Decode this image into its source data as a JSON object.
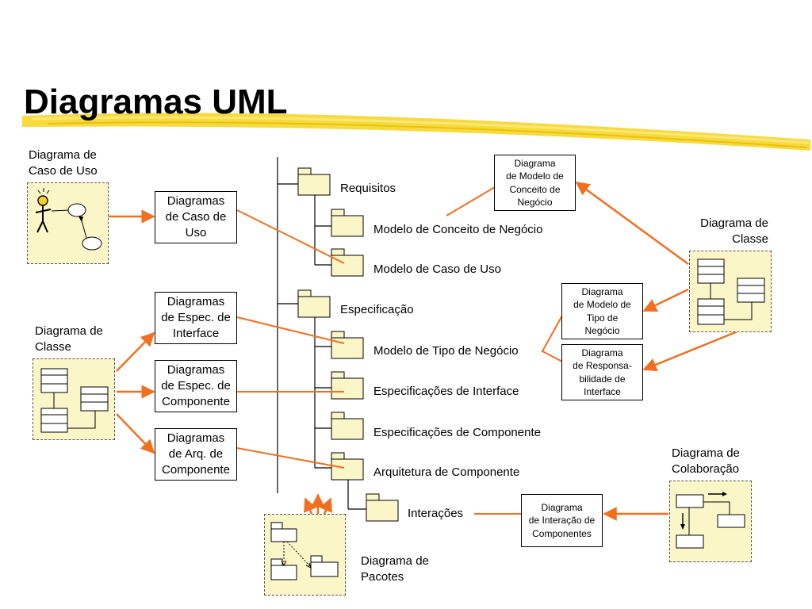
{
  "title": "Diagramas UML",
  "colors": {
    "arrow": "#f07020",
    "folder_fill": "#fbf6c8",
    "highlight": "#f6d31a"
  },
  "tree": {
    "requisitos": "Requisitos",
    "modelo_conceito": "Modelo de Conceito de Negócio",
    "modelo_caso_uso": "Modelo de Caso de Uso",
    "especificacao": "Especificação",
    "modelo_tipo": "Modelo de Tipo de Negócio",
    "espec_interface": "Especificações de Interface",
    "espec_componente": "Especificações de Componente",
    "arquitetura": "Arquitetura de Componente",
    "interacoes": "Interações"
  },
  "left_boxes": {
    "caso_uso": [
      "Diagramas",
      "de Caso de",
      "Uso"
    ],
    "espec_interface": [
      "Diagramas",
      "de Espec. de",
      "Interface"
    ],
    "espec_componente": [
      "Diagramas",
      "de Espec. de",
      "Componente"
    ],
    "arq_componente": [
      "Diagramas",
      "de Arq. de",
      "Componente"
    ]
  },
  "right_boxes": {
    "modelo_conceito": [
      "Diagrama",
      "de Modelo de",
      "Conceito de",
      "Negócio"
    ],
    "modelo_tipo": [
      "Diagrama",
      "de Modelo de",
      "Tipo de",
      "Negócio"
    ],
    "responsabilidade": [
      "Diagrama",
      "de Responsa-",
      "bilidade de",
      "Interface"
    ],
    "interacao": [
      "Diagrama",
      "de Interação de",
      "Componentes"
    ]
  },
  "thumb_labels": {
    "caso_uso": [
      "Diagrama de",
      "Caso de Uso"
    ],
    "classe_left": [
      "Diagrama de",
      "Classe"
    ],
    "classe_right": [
      "Diagrama de",
      "Classe"
    ],
    "colaboracao": [
      "Diagrama de",
      "Colaboração"
    ],
    "pacotes": [
      "Diagrama de",
      "Pacotes"
    ]
  },
  "icons": {
    "folder": "folder-icon",
    "use_case": "use-case-diagram-icon",
    "class": "class-diagram-icon",
    "collaboration": "collaboration-diagram-icon",
    "package": "package-diagram-icon",
    "highlighter": "highlighter-stroke"
  }
}
